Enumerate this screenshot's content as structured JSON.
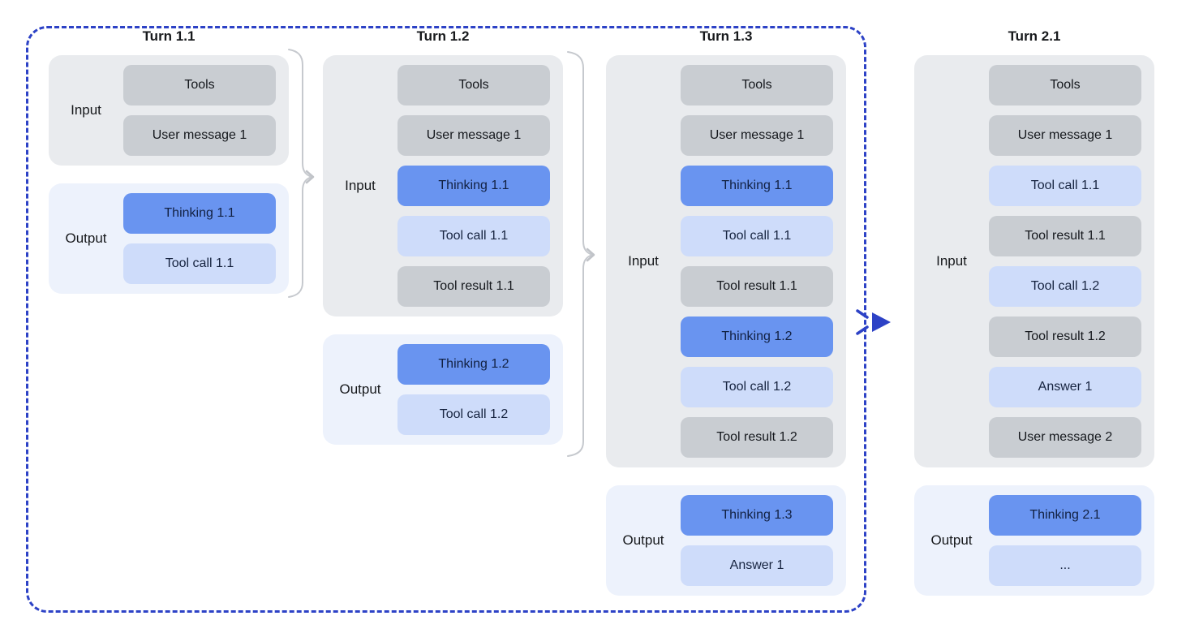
{
  "diagram": {
    "columns": [
      {
        "title": "Turn 1.1",
        "input": {
          "label": "Input",
          "boxes": [
            {
              "text": "Tools",
              "type": "context"
            },
            {
              "text": "User message 1",
              "type": "context"
            }
          ]
        },
        "output": {
          "label": "Output",
          "boxes": [
            {
              "text": "Thinking 1.1",
              "type": "thinking"
            },
            {
              "text": "Tool call 1.1",
              "type": "action"
            }
          ]
        }
      },
      {
        "title": "Turn 1.2",
        "input": {
          "label": "Input",
          "boxes": [
            {
              "text": "Tools",
              "type": "context"
            },
            {
              "text": "User message 1",
              "type": "context"
            },
            {
              "text": "Thinking 1.1",
              "type": "thinking"
            },
            {
              "text": "Tool call 1.1",
              "type": "action"
            },
            {
              "text": "Tool result 1.1",
              "type": "context"
            }
          ]
        },
        "output": {
          "label": "Output",
          "boxes": [
            {
              "text": "Thinking 1.2",
              "type": "thinking"
            },
            {
              "text": "Tool call 1.2",
              "type": "action"
            }
          ]
        }
      },
      {
        "title": "Turn 1.3",
        "input": {
          "label": "Input",
          "boxes": [
            {
              "text": "Tools",
              "type": "context"
            },
            {
              "text": "User message 1",
              "type": "context"
            },
            {
              "text": "Thinking 1.1",
              "type": "thinking"
            },
            {
              "text": "Tool call 1.1",
              "type": "action"
            },
            {
              "text": "Tool result 1.1",
              "type": "context"
            },
            {
              "text": "Thinking 1.2",
              "type": "thinking"
            },
            {
              "text": "Tool call 1.2",
              "type": "action"
            },
            {
              "text": "Tool result 1.2",
              "type": "context"
            }
          ]
        },
        "output": {
          "label": "Output",
          "boxes": [
            {
              "text": "Thinking 1.3",
              "type": "thinking"
            },
            {
              "text": "Answer 1",
              "type": "action"
            }
          ]
        }
      },
      {
        "title": "Turn 2.1",
        "input": {
          "label": "Input",
          "boxes": [
            {
              "text": "Tools",
              "type": "context"
            },
            {
              "text": "User message 1",
              "type": "context"
            },
            {
              "text": "Tool call 1.1",
              "type": "action"
            },
            {
              "text": "Tool result 1.1",
              "type": "context"
            },
            {
              "text": "Tool call 1.2",
              "type": "action"
            },
            {
              "text": "Tool result 1.2",
              "type": "context"
            },
            {
              "text": "Answer 1",
              "type": "action"
            },
            {
              "text": "User message 2",
              "type": "context"
            }
          ]
        },
        "output": {
          "label": "Output",
          "boxes": [
            {
              "text": "Thinking 2.1",
              "type": "thinking"
            },
            {
              "text": "...",
              "type": "action"
            }
          ]
        }
      }
    ],
    "colors": {
      "thinking_box": "#6994f0",
      "tool_action_box": "#cedcfa",
      "context_box": "#c9cdd2",
      "input_panel": "#e9ebee",
      "output_panel": "#edf2fc",
      "dashed_boundary": "#2d42c6",
      "connector": "#c6c9ce"
    }
  }
}
